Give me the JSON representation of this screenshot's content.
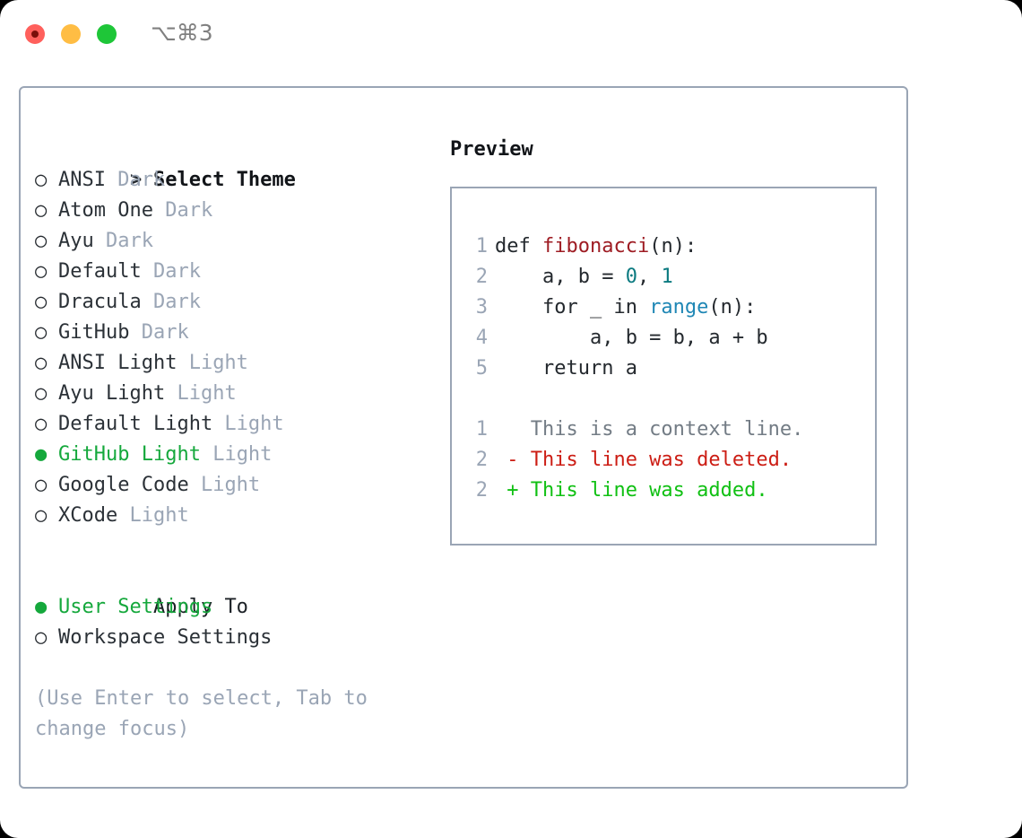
{
  "titlebar": {
    "shortcut": "⌥⌘3",
    "buttons": [
      {
        "name": "close",
        "color": "#ff605c"
      },
      {
        "name": "minimize",
        "color": "#ffbd44"
      },
      {
        "name": "zoom",
        "color": "#1ec638"
      }
    ]
  },
  "colors": {
    "panel_border": "#9aa5b5",
    "selected_green": "#15a83c",
    "muted": "#9aa5b5",
    "text": "#24292e",
    "syntax_function": "#9e1c23",
    "syntax_number": "#0b7a80",
    "syntax_builtin": "#1f87b5",
    "diff_deleted": "#cc1d14",
    "diff_added": "#10c013"
  },
  "theme_list": {
    "header_marker": ">",
    "header_label": "Select Theme",
    "marker_unselected": "○",
    "marker_selected": "●",
    "items": [
      {
        "name": "ANSI",
        "variant": "Dark",
        "selected": false
      },
      {
        "name": "Atom One",
        "variant": "Dark",
        "selected": false
      },
      {
        "name": "Ayu",
        "variant": "Dark",
        "selected": false
      },
      {
        "name": "Default",
        "variant": "Dark",
        "selected": false
      },
      {
        "name": "Dracula",
        "variant": "Dark",
        "selected": false
      },
      {
        "name": "GitHub",
        "variant": "Dark",
        "selected": false
      },
      {
        "name": "ANSI Light",
        "variant": "Light",
        "selected": false
      },
      {
        "name": "Ayu Light",
        "variant": "Light",
        "selected": false
      },
      {
        "name": "Default Light",
        "variant": "Light",
        "selected": false
      },
      {
        "name": "GitHub Light",
        "variant": "Light",
        "selected": true
      },
      {
        "name": "Google Code",
        "variant": "Light",
        "selected": false
      },
      {
        "name": "XCode",
        "variant": "Light",
        "selected": false
      }
    ]
  },
  "apply_to": {
    "header_label": "Apply To",
    "items": [
      {
        "name": "User Settings",
        "selected": true
      },
      {
        "name": "Workspace Settings",
        "selected": false
      }
    ]
  },
  "help_text": "(Use Enter to select, Tab to change focus)",
  "preview": {
    "title": "Preview",
    "code_lines": [
      {
        "no": "1",
        "segments": [
          {
            "t": "def ",
            "c": "plain"
          },
          {
            "t": "fibonacci",
            "c": "fn"
          },
          {
            "t": "(n):",
            "c": "plain"
          }
        ]
      },
      {
        "no": "2",
        "segments": [
          {
            "t": "    a, b = ",
            "c": "plain"
          },
          {
            "t": "0",
            "c": "num"
          },
          {
            "t": ", ",
            "c": "plain"
          },
          {
            "t": "1",
            "c": "num"
          }
        ]
      },
      {
        "no": "3",
        "segments": [
          {
            "t": "    for _ in ",
            "c": "plain"
          },
          {
            "t": "range",
            "c": "bi"
          },
          {
            "t": "(n):",
            "c": "plain"
          }
        ]
      },
      {
        "no": "4",
        "segments": [
          {
            "t": "        a, b = b, a + b",
            "c": "plain"
          }
        ]
      },
      {
        "no": "5",
        "segments": [
          {
            "t": "    return a",
            "c": "plain"
          }
        ]
      }
    ],
    "diff_lines": [
      {
        "no": "1",
        "sign": " ",
        "text": "This is a context line.",
        "kind": "ctx"
      },
      {
        "no": "2",
        "sign": "-",
        "text": "This line was deleted.",
        "kind": "del"
      },
      {
        "no": "2",
        "sign": "+",
        "text": "This line was added.",
        "kind": "add"
      }
    ]
  }
}
